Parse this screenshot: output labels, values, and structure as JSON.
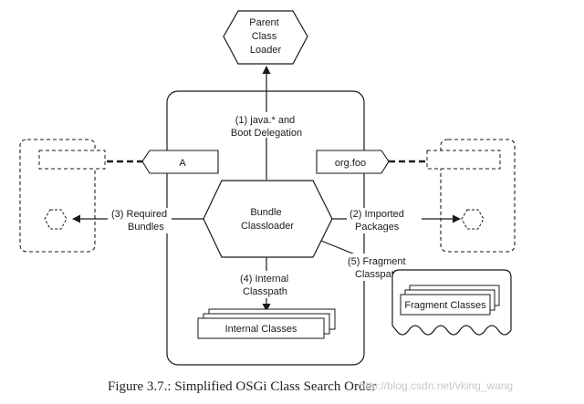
{
  "nodes": {
    "parent_loader": {
      "lines": [
        "Parent",
        "Class",
        "Loader"
      ]
    },
    "bundle_loader": {
      "lines": [
        "Bundle",
        "Classloader"
      ]
    },
    "package_a": {
      "label": "A"
    },
    "package_orgfoo": {
      "label": "org.foo"
    },
    "internal_classes": {
      "label": "Internal Classes"
    },
    "fragment_classes": {
      "label": "Fragment Classes"
    }
  },
  "edges": {
    "java_boot": {
      "lines": [
        "(1) java.* and",
        "Boot Delegation"
      ]
    },
    "required_bundles": {
      "lines": [
        "(3) Required",
        "Bundles"
      ]
    },
    "imported_packages": {
      "lines": [
        "(2) Imported",
        "Packages"
      ]
    },
    "internal_classpath": {
      "lines": [
        "(4) Internal",
        "Classpath"
      ]
    },
    "fragment_classpath": {
      "lines": [
        "(5) Fragment",
        "Classpath"
      ]
    }
  },
  "caption": "Figure 3.7.: Simplified OSGi Class Search Order",
  "watermark": "http://blog.csdn.net/vking_wang"
}
